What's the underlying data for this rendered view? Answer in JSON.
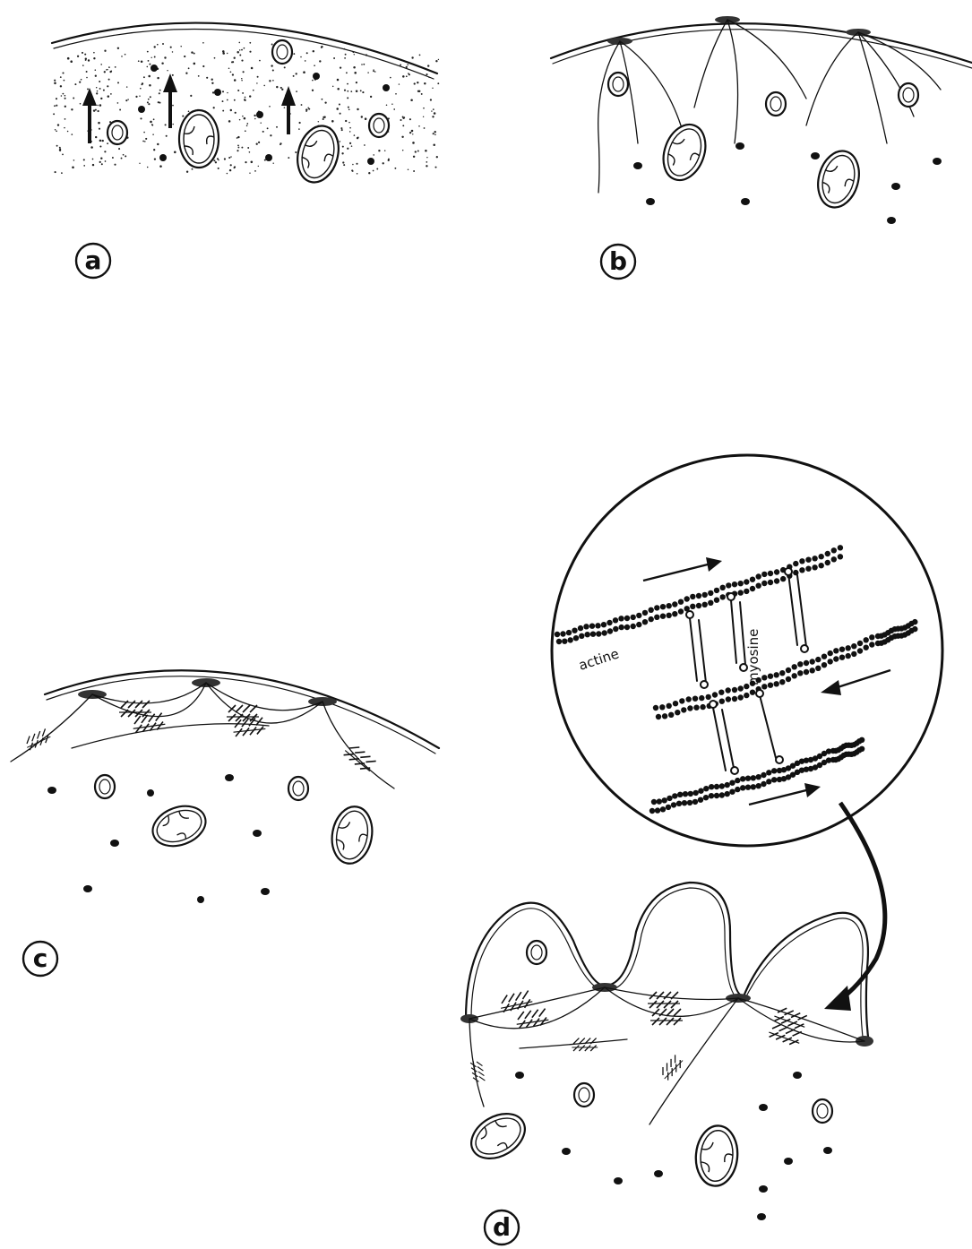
{
  "panels": [
    {
      "id": "a",
      "label": "a"
    },
    {
      "id": "b",
      "label": "b"
    },
    {
      "id": "c",
      "label": "c"
    },
    {
      "id": "d",
      "label": "d"
    }
  ],
  "inset": {
    "actin_label": "actine",
    "myosin_label": "myosine"
  },
  "colors": {
    "ink": "#111111",
    "background": "#ffffff"
  }
}
